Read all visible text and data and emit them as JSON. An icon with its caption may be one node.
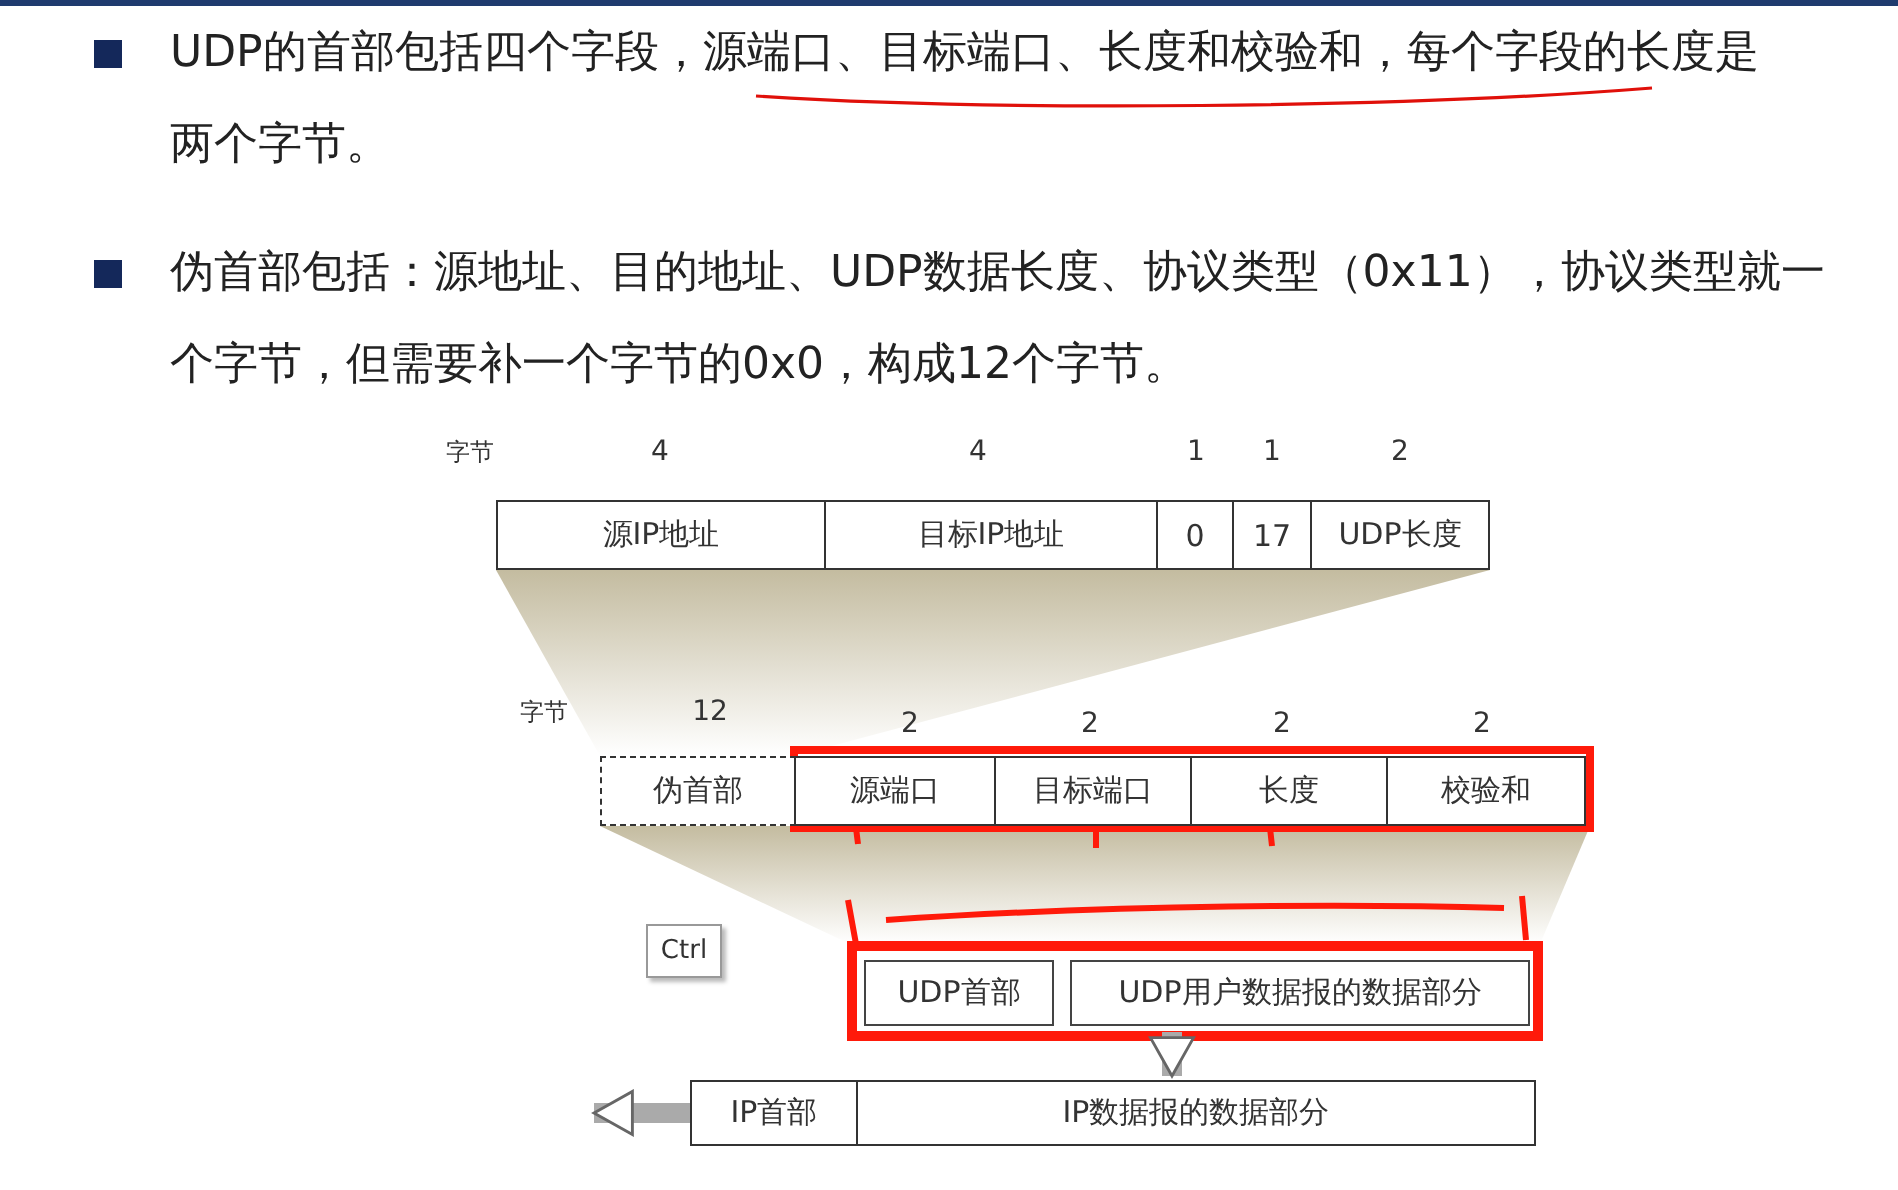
{
  "diagram": {
    "nodes": [
      {
        "text": [
          "源IP地址"
        ]
      },
      {
        "text": [
          "目标IP地址"
        ]
      },
      {
        "text": [
          "0"
        ]
      },
      {
        "text": [
          "17"
        ]
      },
      {
        "text": [
          "UDP长度"
        ]
      },
      {
        "text": [
          "伪首部"
        ]
      },
      {
        "text": [
          "源端口"
        ]
      },
      {
        "text": [
          "目标端口"
        ]
      },
      {
        "text": [
          "长度"
        ]
      },
      {
        "text": [
          "校验和"
        ]
      },
      {
        "text": [
          "Ctrl"
        ]
      },
      {
        "text": [
          "UDP首部"
        ]
      },
      {
        "text": [
          "UDP用户数据报的数据部分"
        ]
      },
      {
        "text": [
          "IP首部"
        ]
      },
      {
        "text": [
          "IP数据报的数据部分"
        ]
      }
    ],
    "edges": [
      {
        "from": 12,
        "to": 14,
        "arrow": "to"
      },
      {
        "from": 13,
        "to": null,
        "arrow": "to"
      }
    ],
    "labels": [
      "UDP的首部包括四个字段，源端口、目标端口、长度和校验和，每个字段的长度是两个字节。",
      "伪首部包括：源地址、目的地址、UDP数据长度、协议类型（0x11），协议类型就一个字节，但需要补一个字节的0x0，构成12个字节。",
      "字节",
      "4",
      "4",
      "1",
      "1",
      "2",
      "字节",
      "12",
      "2",
      "2",
      "2",
      "2"
    ]
  }
}
